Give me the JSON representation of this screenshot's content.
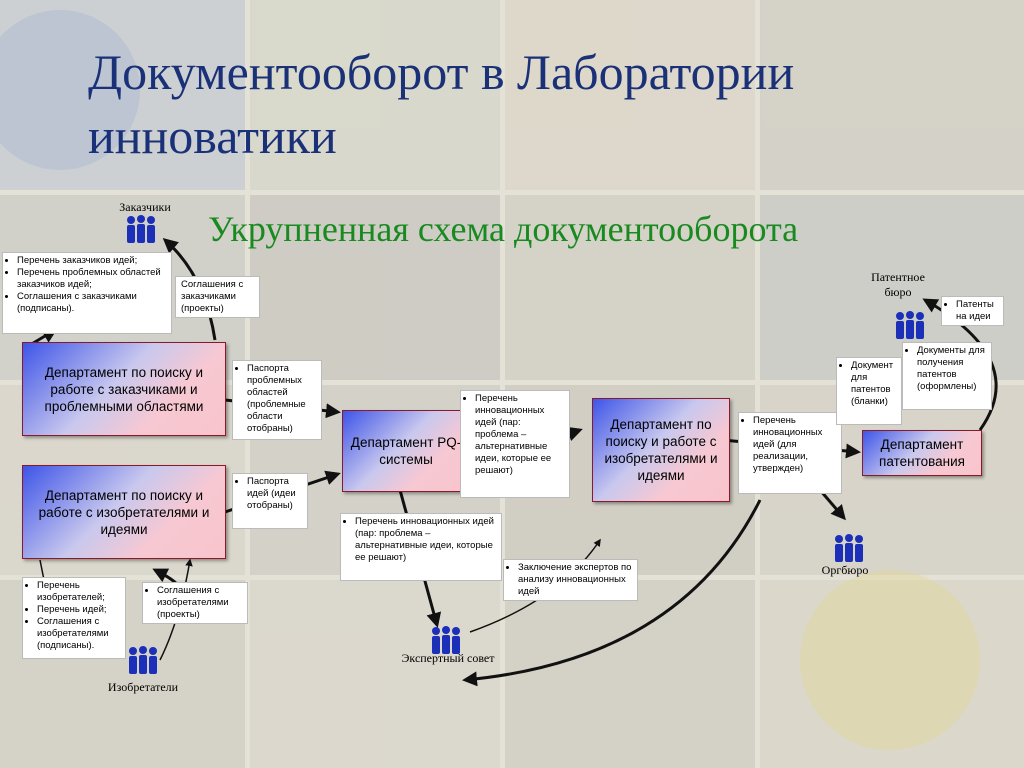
{
  "title": "Документооборот в Лаборатории инноватики",
  "subtitle": "Укрупненная схема документооборота",
  "actors": {
    "customers": "Заказчики",
    "patent_bureau": "Патентное бюро",
    "inventors": "Изобретатели",
    "expert_council": "Экспертный совет",
    "org_bureau": "Оргбюро"
  },
  "departments": {
    "customers_dept": "Департамент по поиску и работе с заказчиками и проблемными областями",
    "inventors_dept": "Департамент по поиску и работе с изобретателями и идеями",
    "pq": "Департамент PQ-системы",
    "ideas_dept": "Департамент по поиску и работе с изобретателями и идеями",
    "patent_dept": "Департамент патентования"
  },
  "notes": {
    "customer_docs": [
      "Перечень заказчиков идей;",
      "Перечень проблемных областей заказчиков идей;",
      "Соглашения с заказчиками (подписаны)."
    ],
    "customer_agreements": [
      "Соглашения с заказчиками (проекты)"
    ],
    "problem_passports": [
      "Паспорта проблемных областей (проблемные области отобраны)"
    ],
    "idea_passports": [
      "Паспорта идей (идеи отобраны)"
    ],
    "innovation_list_1": [
      "Перечень инновационных идей (пар: проблема – альтернативные идеи, которые ее решают)"
    ],
    "innovation_list_2": [
      "Перечень инновационных идей (пар: проблема – альтернативные идеи, которые ее решают)"
    ],
    "expert_conclusion": [
      "Заключение экспертов по анализу инновационных идей"
    ],
    "innovation_approved": [
      "Перечень инновационных идей (для реализации, утвержден)"
    ],
    "patent_blank_docs": [
      "Документ для патентов (бланки)"
    ],
    "patent_formal_docs": [
      "Документы для получения патентов (оформлены)"
    ],
    "patents": [
      "Патенты на идеи"
    ],
    "inventor_docs": [
      "Перечень изобретателей;",
      "Перечень идей;",
      "Соглашения с изобретателями (подписаны)."
    ],
    "inventor_agreements": [
      "Соглашения с изобретателями (проекты)"
    ]
  },
  "colors": {
    "title": "#1a3178",
    "subtitle": "#188a20",
    "people_icon": "#1c2fb8",
    "arrow": "#111111"
  },
  "icon_names": [
    "people-group-icon"
  ]
}
